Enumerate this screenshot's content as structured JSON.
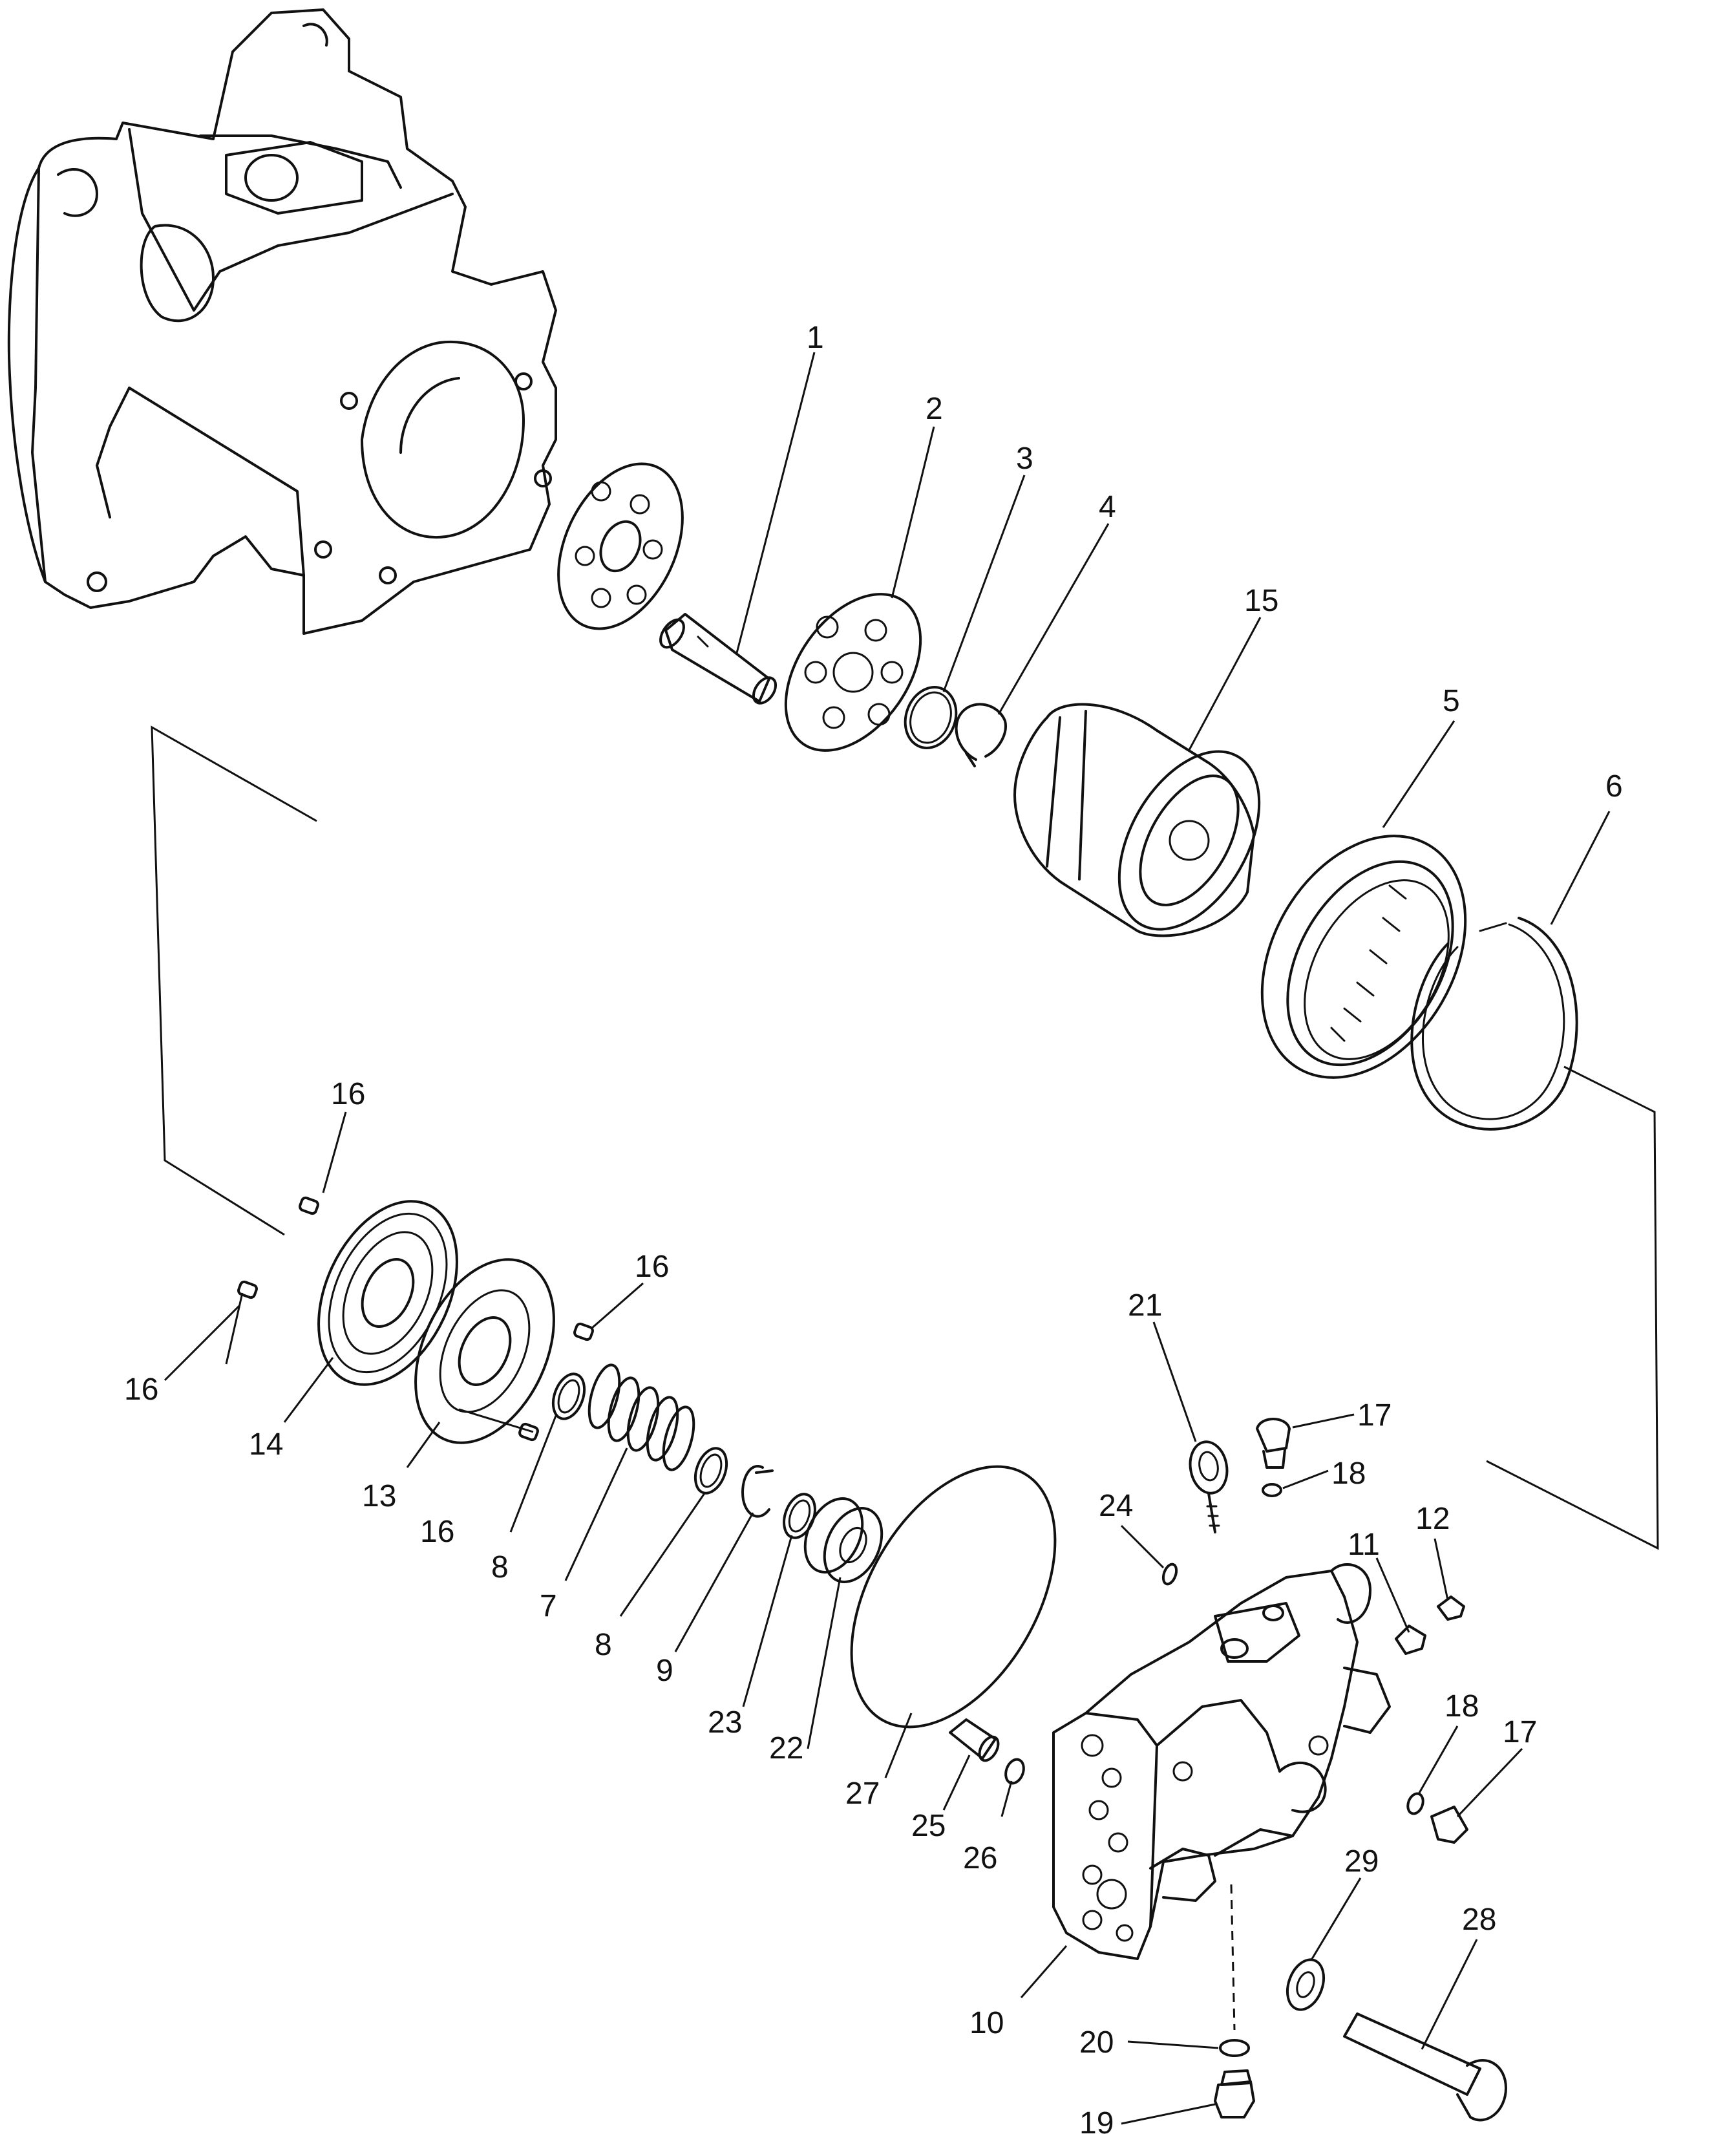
{
  "callouts": [
    {
      "id": "c1",
      "label": "1"
    },
    {
      "id": "c2",
      "label": "2"
    },
    {
      "id": "c3",
      "label": "3"
    },
    {
      "id": "c4",
      "label": "4"
    },
    {
      "id": "c15",
      "label": "15"
    },
    {
      "id": "c5",
      "label": "5"
    },
    {
      "id": "c6",
      "label": "6"
    },
    {
      "id": "c16a",
      "label": "16"
    },
    {
      "id": "c16b",
      "label": "16"
    },
    {
      "id": "c16c",
      "label": "16"
    },
    {
      "id": "c16d",
      "label": "16"
    },
    {
      "id": "c14",
      "label": "14"
    },
    {
      "id": "c13",
      "label": "13"
    },
    {
      "id": "c8a",
      "label": "8"
    },
    {
      "id": "c7",
      "label": "7"
    },
    {
      "id": "c8b",
      "label": "8"
    },
    {
      "id": "c9",
      "label": "9"
    },
    {
      "id": "c23",
      "label": "23"
    },
    {
      "id": "c22",
      "label": "22"
    },
    {
      "id": "c27",
      "label": "27"
    },
    {
      "id": "c25",
      "label": "25"
    },
    {
      "id": "c26",
      "label": "26"
    },
    {
      "id": "c21",
      "label": "21"
    },
    {
      "id": "c24",
      "label": "24"
    },
    {
      "id": "c17a",
      "label": "17"
    },
    {
      "id": "c18a",
      "label": "18"
    },
    {
      "id": "c11",
      "label": "11"
    },
    {
      "id": "c12",
      "label": "12"
    },
    {
      "id": "c18b",
      "label": "18"
    },
    {
      "id": "c17b",
      "label": "17"
    },
    {
      "id": "c29",
      "label": "29"
    },
    {
      "id": "c28",
      "label": "28"
    },
    {
      "id": "c10",
      "label": "10"
    },
    {
      "id": "c20",
      "label": "20"
    },
    {
      "id": "c19",
      "label": "19"
    }
  ]
}
